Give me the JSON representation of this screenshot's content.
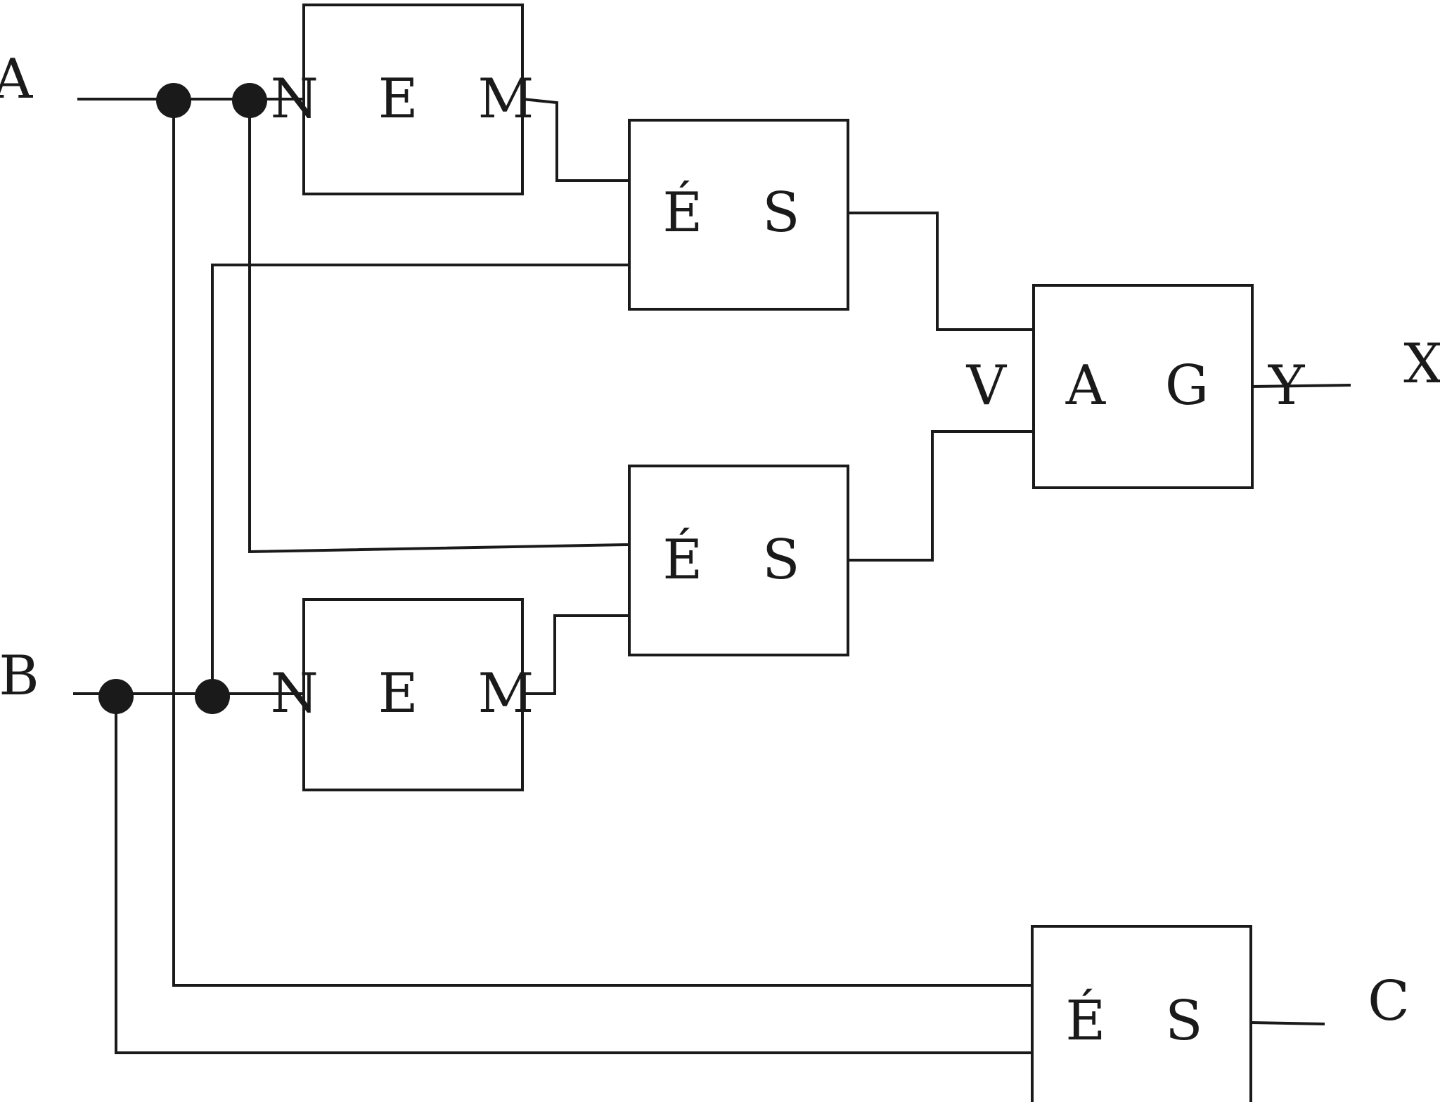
{
  "inputs": {
    "a": "A",
    "b": "B"
  },
  "outputs": {
    "x": "X",
    "c": "C"
  },
  "gates": {
    "not_a": "N E M",
    "and_top": "É S",
    "and_mid": "É S",
    "not_b": "N E M",
    "or": "V A G Y",
    "and_bottom": "É S"
  },
  "colors": {
    "line": "#1a1a1a",
    "background": "#ffffff"
  }
}
